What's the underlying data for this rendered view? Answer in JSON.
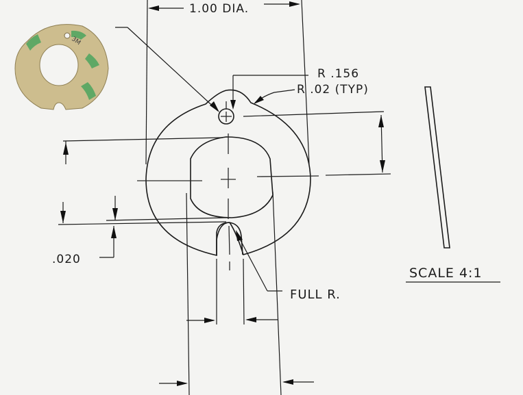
{
  "labels": {
    "diameter": "1.00 DIA.",
    "hole_radius": "R .156",
    "fillet_radius": "R .02 (TYP)",
    "thickness": ".020",
    "slot_radius": "FULL R.",
    "scale": "SCALE 4:1"
  },
  "photo": {
    "description_icon": "gasket-photo-icon",
    "brand_text": "3M",
    "colors": {
      "gasket": "#c8b88a",
      "adhesive": "#5fa865"
    }
  },
  "colors": {
    "paper": "#f4f4f2",
    "ink": "#1a1a1a"
  }
}
